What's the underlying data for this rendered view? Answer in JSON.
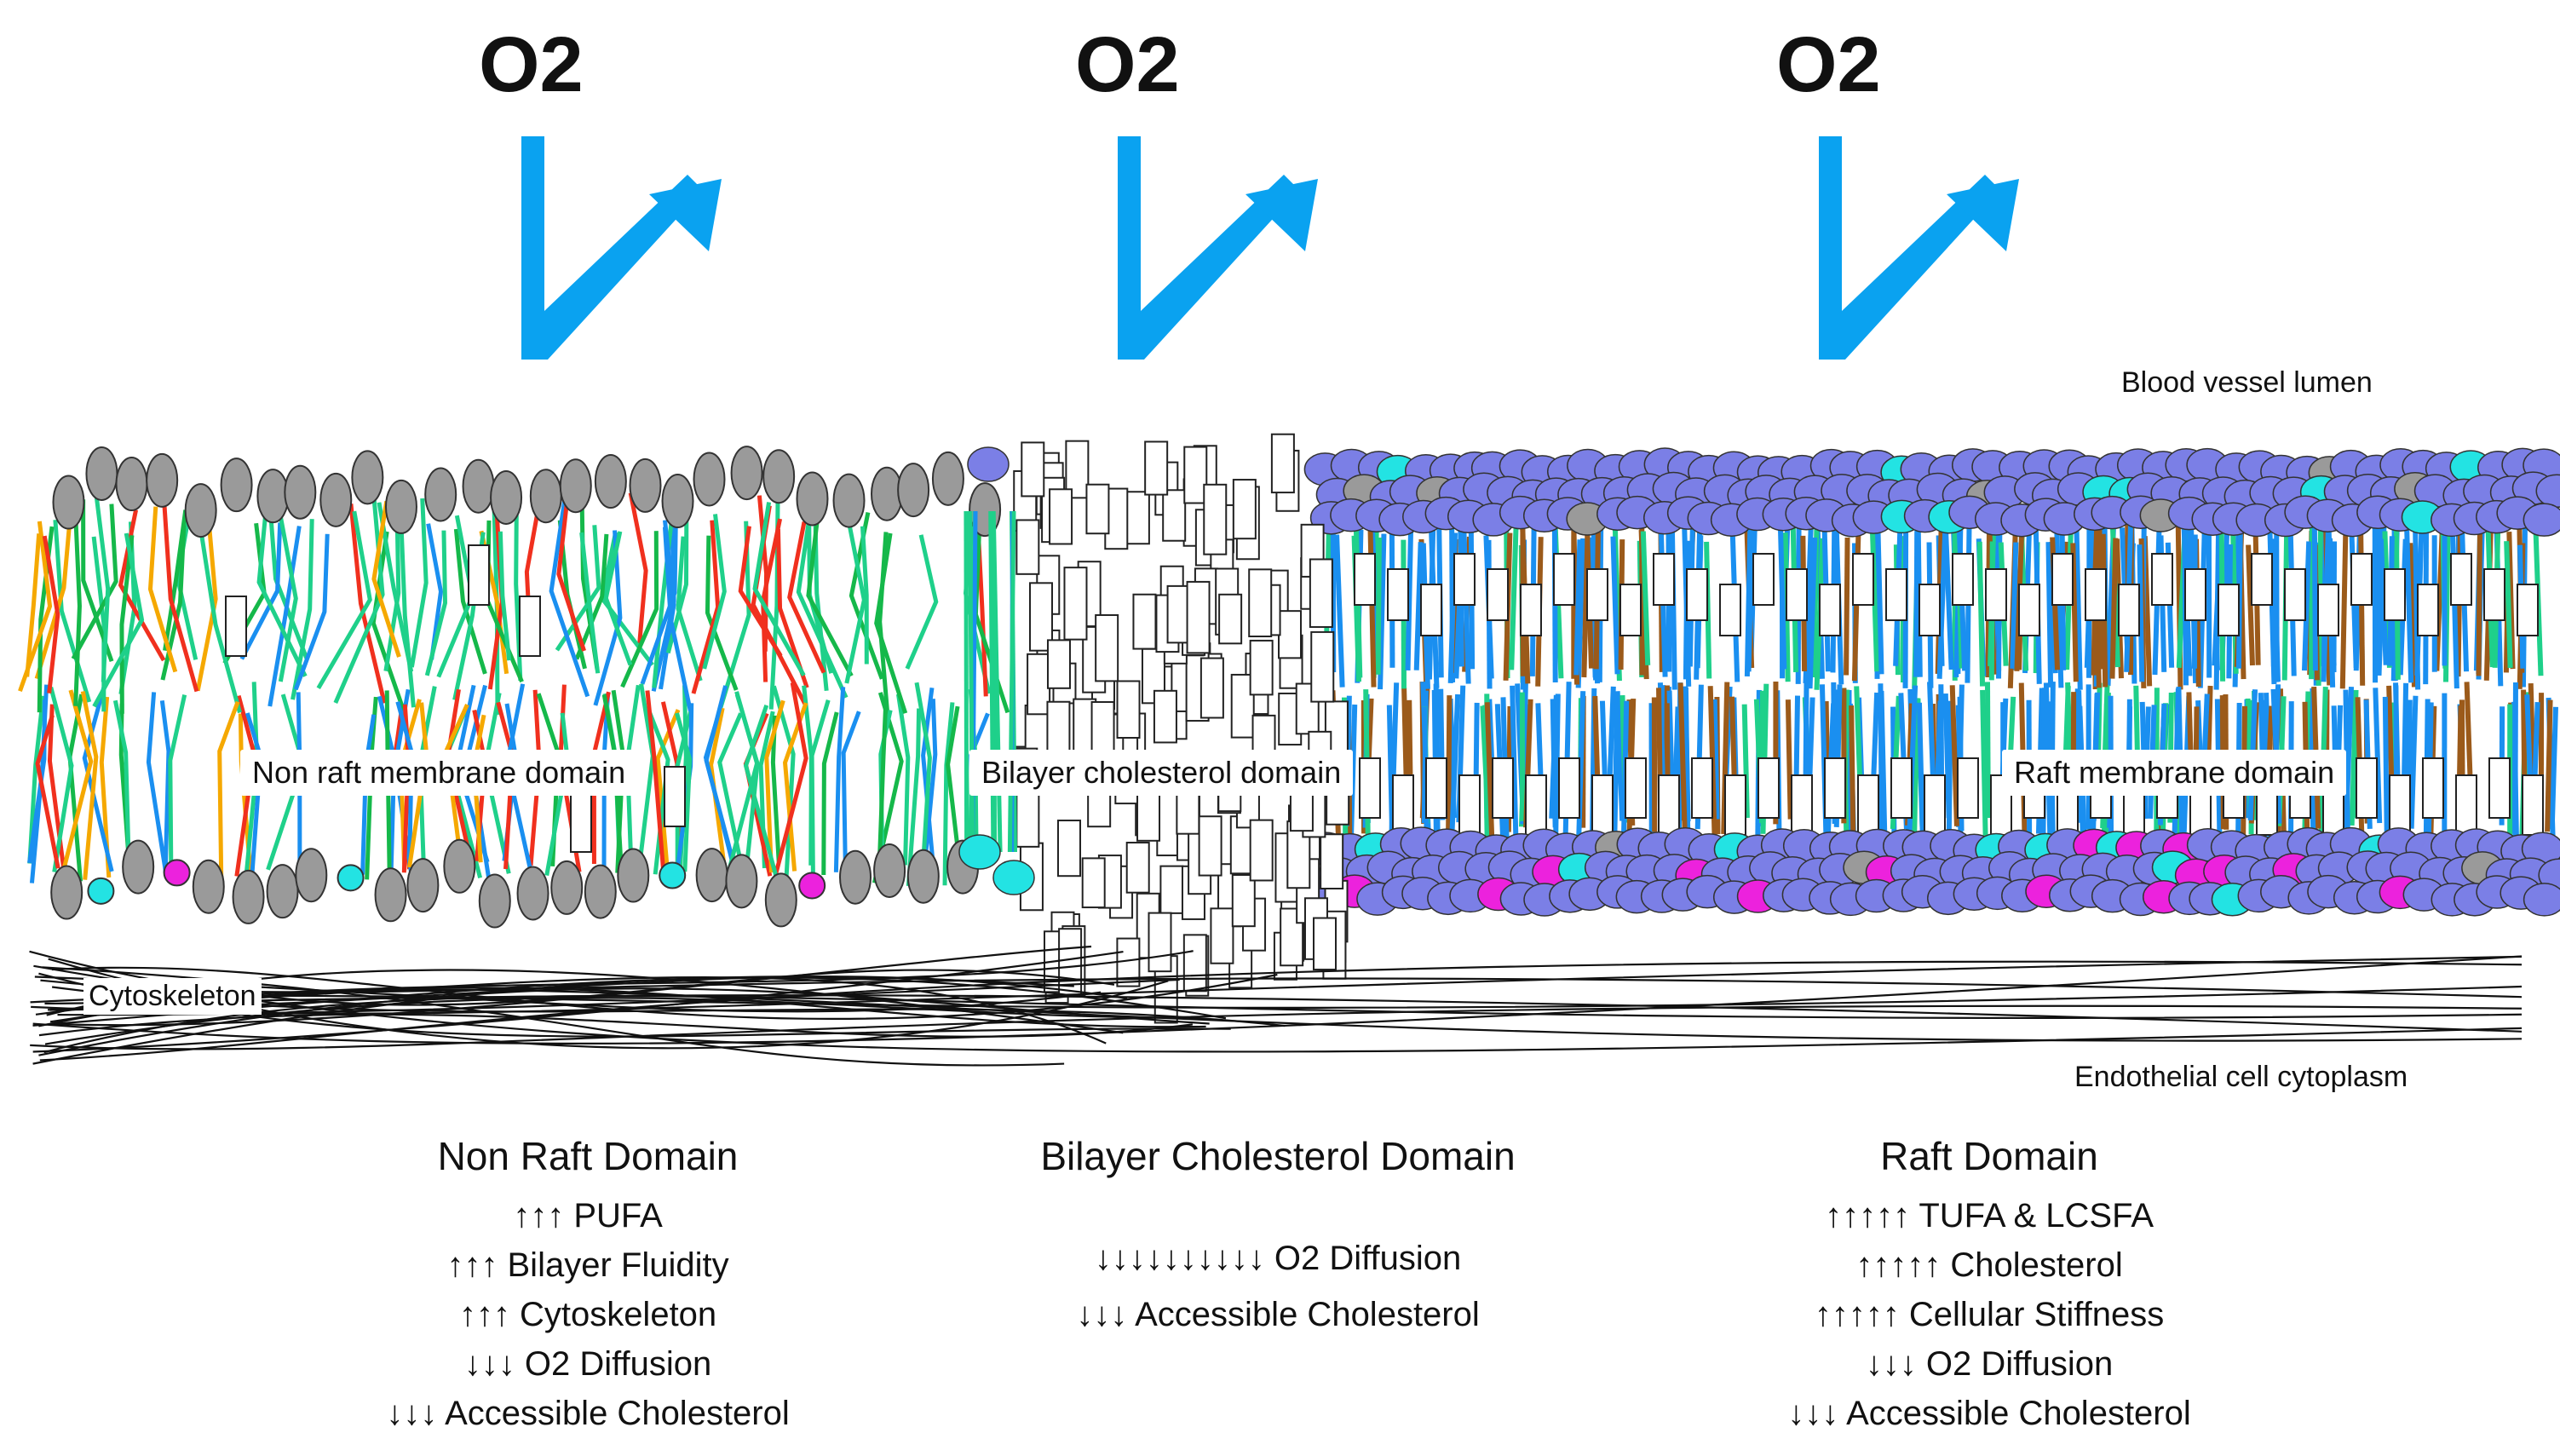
{
  "top": {
    "o2_labels": [
      "O2",
      "O2",
      "O2"
    ]
  },
  "regions": {
    "lumen": "Blood vessel lumen",
    "cytoplasm": "Endothelial cell cytoplasm",
    "cytoskeleton": "Cytoskeleton"
  },
  "domains": {
    "non_raft": "Non raft membrane domain",
    "bilayer": "Bilayer cholesterol domain",
    "raft": "Raft membrane domain"
  },
  "summary": {
    "non_raft": {
      "title": "Non Raft Domain",
      "lines": [
        "↑↑↑ PUFA",
        "↑↑↑ Bilayer Fluidity",
        "↑↑↑ Cytoskeleton",
        "↓↓↓ O2 Diffusion",
        "↓↓↓ Accessible Cholesterol"
      ]
    },
    "bilayer": {
      "title": "Bilayer Cholesterol Domain",
      "lines": [
        "↓↓↓↓↓↓↓↓↓↓ O2 Diffusion",
        "↓↓↓ Accessible Cholesterol"
      ]
    },
    "raft": {
      "title": "Raft Domain",
      "lines": [
        "↑↑↑↑↑ TUFA & LCSFA",
        "↑↑↑↑↑ Cholesterol",
        "↑↑↑↑↑ Cellular Stiffness",
        "↓↓↓ O2 Diffusion",
        "↓↓↓ Accessible Cholesterol"
      ]
    }
  },
  "colors": {
    "o2_arrow": "#0aa2f0",
    "headgroup_grey": "#9a9a9a",
    "headgroup_purple": "#7b7fe6",
    "headgroup_cyan": "#23e3e3",
    "headgroup_magenta": "#ec22dd",
    "tail_blue": "#1a8ff0",
    "tail_green": "#1fd08a",
    "tail_red": "#f0301e",
    "tail_orange": "#f5a800",
    "tail_brown": "#9b5a1a"
  }
}
